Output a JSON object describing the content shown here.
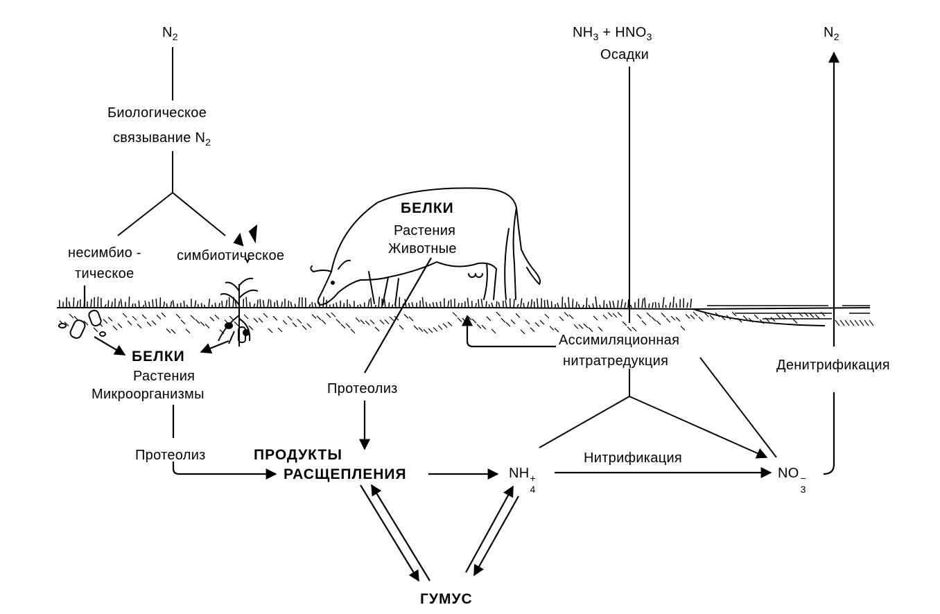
{
  "colors": {
    "ink": "#000000",
    "background": "#ffffff"
  },
  "labels": {
    "n2_top": {
      "base": "N",
      "sub": "2"
    },
    "bio_line1": "Биологическое",
    "bio_line2": "связывание N",
    "bio_line2_sub": "2",
    "nonsym_line1": "несимбио -",
    "nonsym_line2": "тическое",
    "symbiotic": "симбиотическое",
    "proteins_left": "БЕЛКИ",
    "proteins_left_l2": "Растения",
    "proteins_left_l3": "Микроорганизмы",
    "proteolysis_left": "Протеолиз",
    "proteins_cow": "БЕЛКИ",
    "proteins_cow_l2": "Растения",
    "proteins_cow_l3": "Животные",
    "proteolysis_mid": "Протеолиз",
    "products_l1": "ПРОДУКТЫ",
    "products_l2": "РАСЩЕПЛЕНИЯ",
    "humus": "ГУМУС",
    "ammonium": {
      "base": "NH",
      "sub": "4",
      "sup": "+"
    },
    "nitrification": "Нитрификация",
    "nitrate": {
      "base": "NO",
      "sub": "3",
      "sup": "−"
    },
    "assim_l1": "Ассимиляционная",
    "assim_l2": "нитратредукция",
    "precip_l1": {
      "a": "NH",
      "a_sub": "3",
      "b": " + HNO",
      "b_sub": "3"
    },
    "precip_l2": "Осадки",
    "n2_right": {
      "base": "N",
      "sub": "2"
    },
    "denitrification": "Денитрификация"
  }
}
